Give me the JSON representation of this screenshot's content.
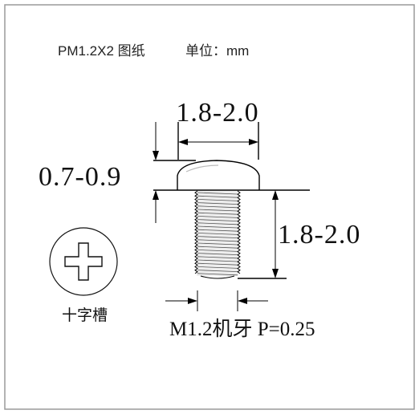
{
  "title": {
    "part": "PM1.2X2 图纸",
    "unit": "单位：mm"
  },
  "dimensions": {
    "head_diameter": "1.8-2.0",
    "head_height": "0.7-0.9",
    "thread_length": "1.8-2.0"
  },
  "labels": {
    "drive_type": "十字槽",
    "thread_spec": "M1.2机牙 P=0.25"
  },
  "icons": [
    "cross-recess-icon"
  ],
  "colors": {
    "line": "#000000",
    "frame": "#9a9a9a",
    "background": "#ffffff"
  }
}
